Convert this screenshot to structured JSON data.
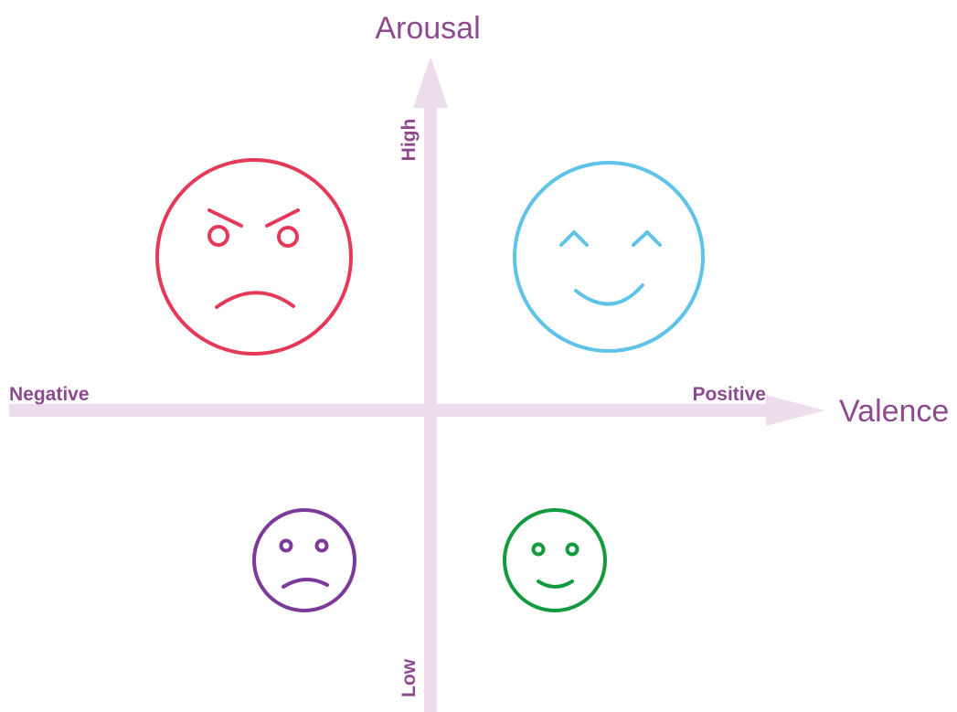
{
  "colors": {
    "axis": "#ecdcec",
    "label": "#8e4a8e",
    "angry": "#e43a58",
    "happy": "#5ec3e6",
    "sad": "#7b3a9a",
    "calm": "#139a3c"
  },
  "y_axis": {
    "title": "Arousal",
    "high_label": "High",
    "low_label": "Low"
  },
  "x_axis": {
    "title": "Valence",
    "negative_label": "Negative",
    "positive_label": "Positive"
  },
  "quadrants": [
    {
      "face": "angry-face",
      "valence": "Negative",
      "arousal": "High"
    },
    {
      "face": "happy-face",
      "valence": "Positive",
      "arousal": "High"
    },
    {
      "face": "sad-face",
      "valence": "Negative",
      "arousal": "Low"
    },
    {
      "face": "content-face",
      "valence": "Positive",
      "arousal": "Low"
    }
  ]
}
